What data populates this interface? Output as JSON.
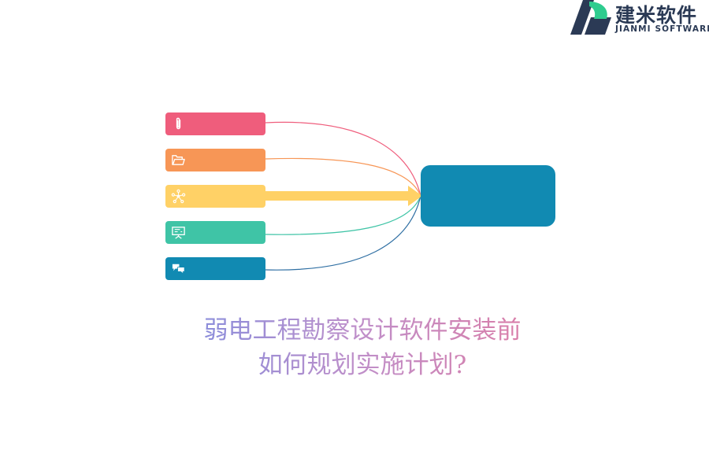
{
  "logo": {
    "name_cn": "建米软件",
    "name_en": "JIANMI SOFTWARE"
  },
  "items": [
    {
      "icon": "paperclip-icon",
      "color": "#ef5d7c"
    },
    {
      "icon": "folder-open-icon",
      "color": "#f79656"
    },
    {
      "icon": "network-icon",
      "color": "#ffd166"
    },
    {
      "icon": "presentation-board-icon",
      "color": "#3fc4a6"
    },
    {
      "icon": "chat-bubbles-icon",
      "color": "#118ab2"
    }
  ],
  "target": {
    "color": "#118ab2"
  },
  "title": {
    "line1": "弱电工程勘察设计软件安装前",
    "line2": "如何规划实施计划?"
  }
}
